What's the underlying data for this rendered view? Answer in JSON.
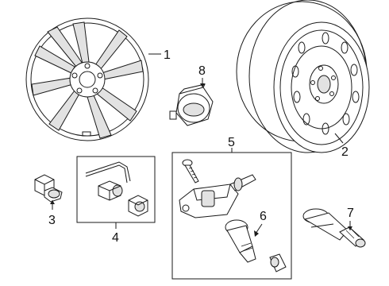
{
  "callouts": {
    "c1": "1",
    "c2": "2",
    "c3": "3",
    "c4": "4",
    "c5": "5",
    "c6": "6",
    "c7": "7",
    "c8": "8"
  },
  "parts": [
    {
      "callout": "1",
      "icon": "alloy-wheel-icon"
    },
    {
      "callout": "2",
      "icon": "steel-spare-wheel-icon"
    },
    {
      "callout": "3",
      "icon": "lug-nut-icon"
    },
    {
      "callout": "4",
      "icon": "wheel-lock-kit-icon"
    },
    {
      "callout": "5",
      "icon": "tpms-sensor-kit-icon"
    },
    {
      "callout": "6",
      "icon": "valve-stem-icon"
    },
    {
      "callout": "7",
      "icon": "valve-stem-icon"
    },
    {
      "callout": "8",
      "icon": "center-cap-icon"
    }
  ],
  "colors": {
    "line": "#1a1a1a",
    "background": "#ffffff",
    "shade": "#e2e2e2"
  }
}
